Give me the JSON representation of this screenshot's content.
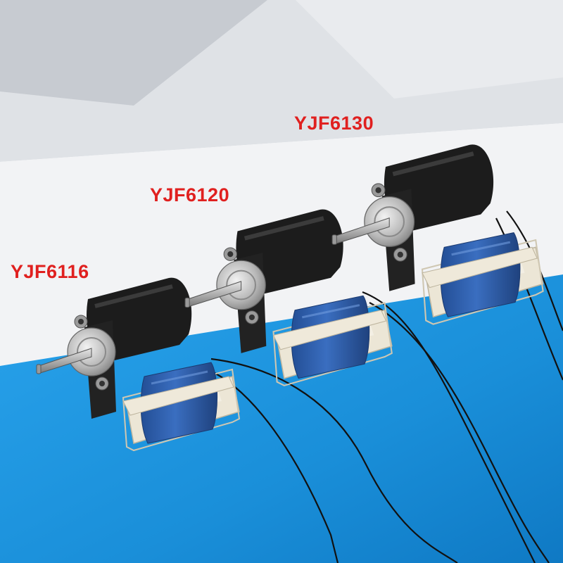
{
  "labels": {
    "motor_small": "YJF6116",
    "motor_medium": "YJF6120",
    "motor_large": "YJF6130"
  },
  "colors": {
    "label_text": "#e0201f",
    "backdrop_blue": "#1a8fd9",
    "coil_tape_blue": "#2f5fa8",
    "motor_housing_black": "#1c1c1c",
    "bobbin_ivory": "#ece6d6"
  }
}
